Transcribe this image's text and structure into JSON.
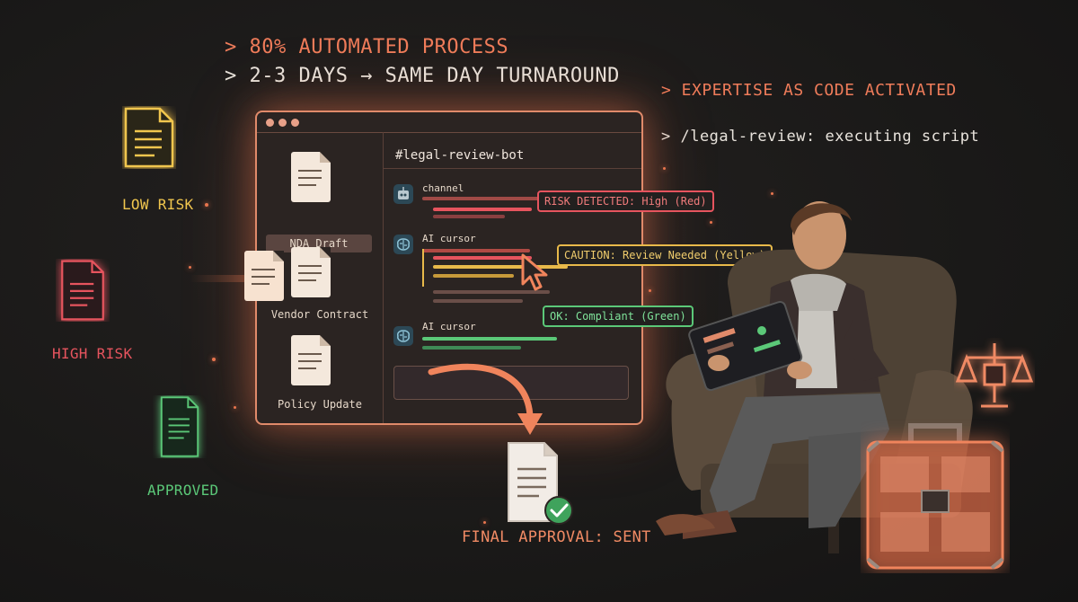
{
  "headlines": {
    "line1": "> 80% AUTOMATED PROCESS",
    "line2": "> 2-3 DAYS → SAME DAY TURNAROUND",
    "right1": "> EXPERTISE AS CODE ACTIVATED",
    "right2": "> /legal-review: executing script"
  },
  "risk_docs": {
    "low": "LOW RISK",
    "high": "HIGH RISK",
    "approved": "APPROVED"
  },
  "window": {
    "files": [
      "NDA Draft",
      "Vendor Contract",
      "Policy Update"
    ],
    "channel_title": "#legal-review-bot",
    "messages": [
      {
        "name": "channel"
      },
      {
        "name": "AI cursor"
      },
      {
        "name": "AI cursor"
      }
    ]
  },
  "tags": {
    "red": "RISK DETECTED: High (Red)",
    "yellow": "CAUTION: Review Needed (Yellow)",
    "green": "OK: Compliant (Green)"
  },
  "final_approval": "FINAL APPROVAL: SENT",
  "colors": {
    "accent": "#ef7c5a",
    "red": "#e6545e",
    "yellow": "#e8b94a",
    "green": "#5bc878",
    "background": "#1a1918"
  }
}
